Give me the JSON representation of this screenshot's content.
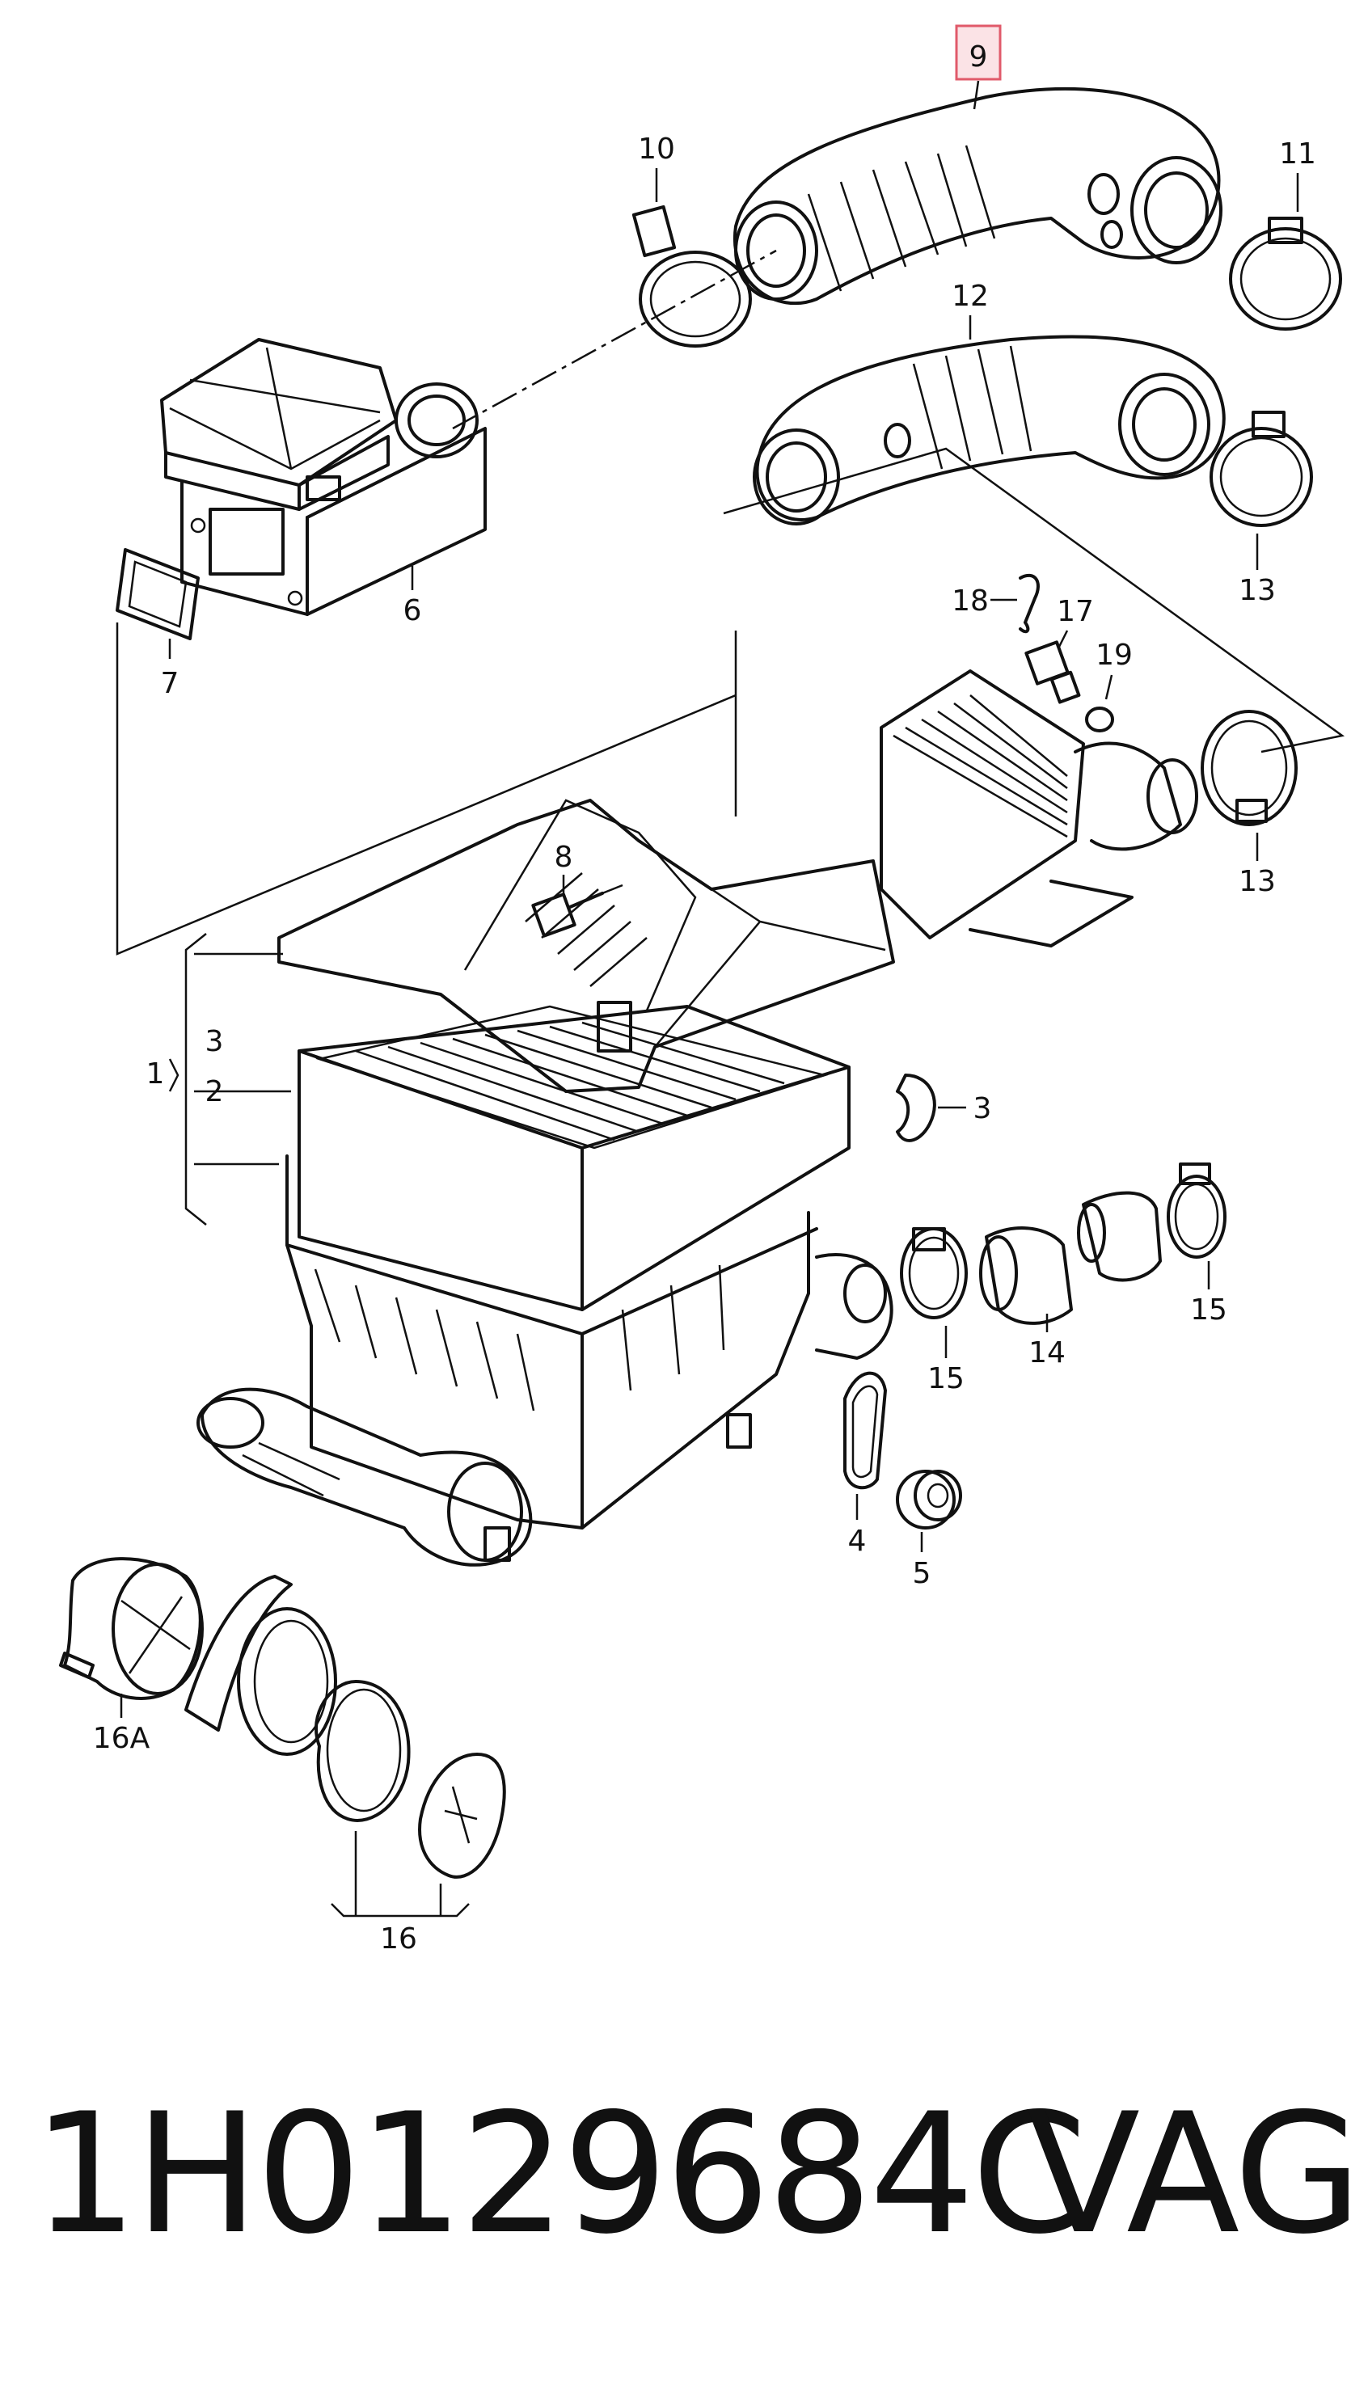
{
  "callouts": {
    "c1": "1",
    "c2": "2",
    "c3a": "3",
    "c3b": "3",
    "c4": "4",
    "c5": "5",
    "c6": "6",
    "c7": "7",
    "c8": "8",
    "c9": "9",
    "c10": "10",
    "c11": "11",
    "c12": "12",
    "c13a": "13",
    "c13b": "13",
    "c14": "14",
    "c15a": "15",
    "c15b": "15",
    "c16": "16",
    "c16a": "16A",
    "c17": "17",
    "c18": "18",
    "c19": "19"
  },
  "highlight_color": "#e05a6a",
  "highlight_fill": "#fbe3e6",
  "footer": {
    "part_number": "1H0129684C",
    "brand": "VAG"
  }
}
